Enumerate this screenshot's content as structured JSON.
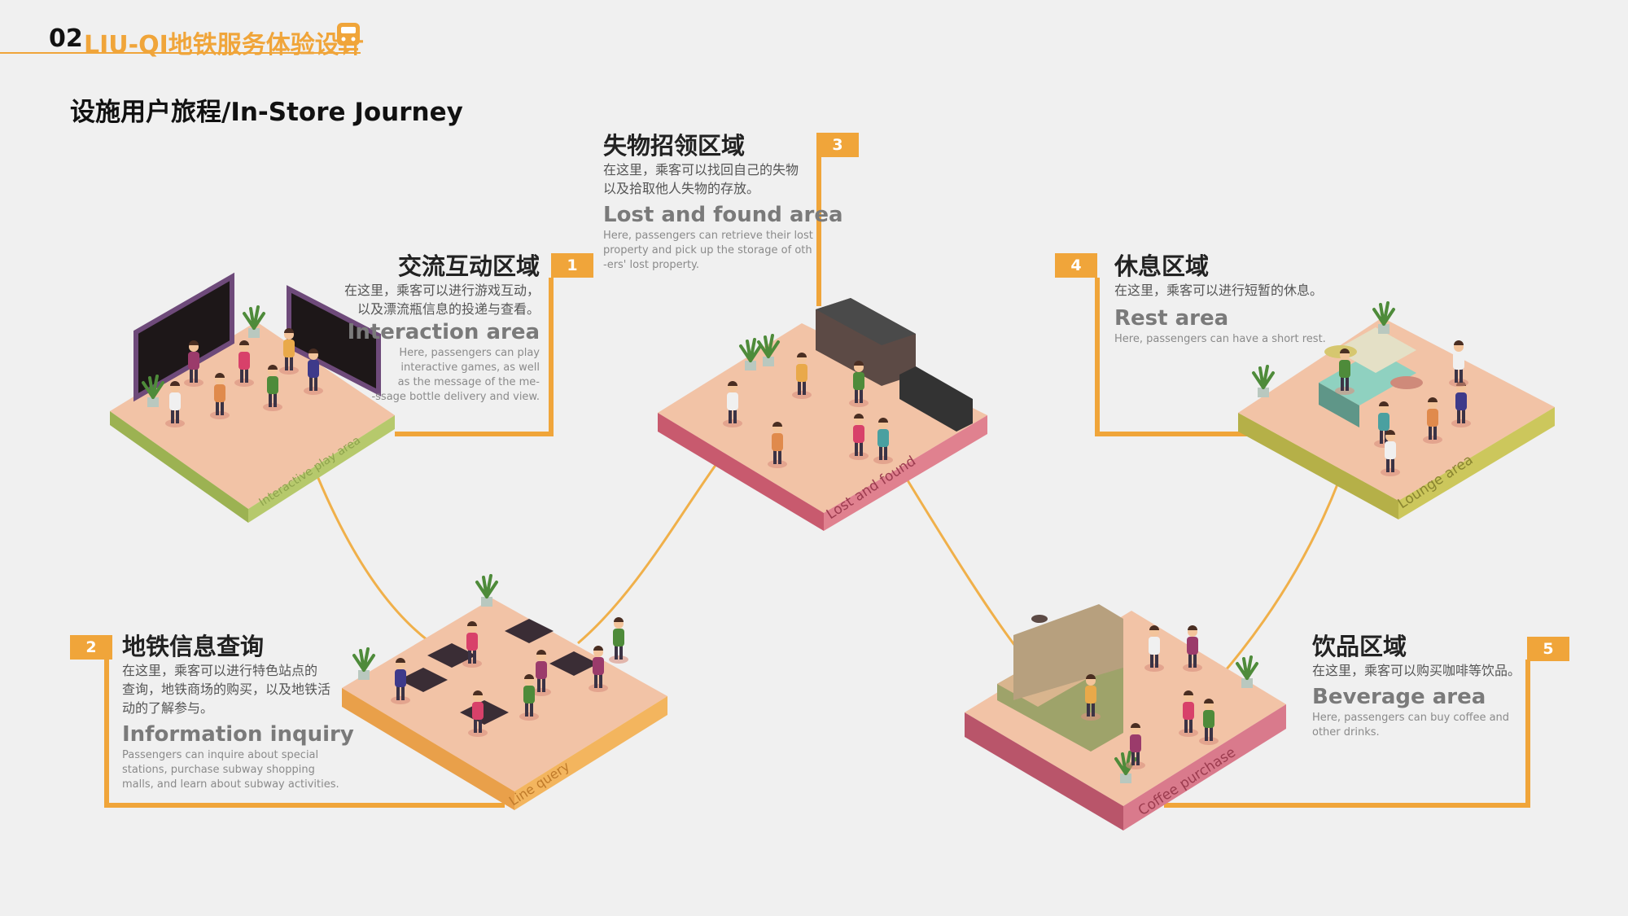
{
  "header": {
    "section_number": "02",
    "title": "LIU-QI地铁服务体验设计",
    "icon": "train-icon"
  },
  "page_title": "设施用户旅程/In-Store Journey",
  "colors": {
    "accent": "#f0a53a",
    "background": "#f0f0f0"
  },
  "zones": [
    {
      "number": "1",
      "zh_title": "交流互动区域",
      "zh_desc": [
        "在这里，乘客可以进行游戏互动，",
        "以及漂流瓶信息的投递与查看。"
      ],
      "en_title": "Interaction area",
      "en_desc": [
        "Here, passengers can play",
        "interactive games, as well",
        "as the message of the me-",
        "-ssage bottle delivery and view."
      ],
      "platform_label": "Interactive play area"
    },
    {
      "number": "2",
      "zh_title": "地铁信息查询",
      "zh_desc": [
        "在这里，乘客可以进行特色站点的",
        "查询，地铁商场的购买，以及地铁活",
        "动的了解参与。"
      ],
      "en_title": "Information inquiry",
      "en_desc": [
        "Passengers can inquire about special",
        "stations, purchase subway shopping",
        "malls, and learn about subway activities."
      ],
      "platform_label": "Line query"
    },
    {
      "number": "3",
      "zh_title": "失物招领区域",
      "zh_desc": [
        "在这里，乘客可以找回自己的失物",
        "以及拾取他人失物的存放。"
      ],
      "en_title": "Lost and found area",
      "en_desc": [
        "Here, passengers can retrieve their lost",
        "property and pick up the storage of oth",
        "-ers' lost property."
      ],
      "platform_label": "Lost and found"
    },
    {
      "number": "4",
      "zh_title": "休息区域",
      "zh_desc": [
        "在这里，乘客可以进行短暂的休息。"
      ],
      "en_title": "Rest area",
      "en_desc": [
        "Here, passengers can have a short rest."
      ],
      "platform_label": "Lounge area"
    },
    {
      "number": "5",
      "zh_title": "饮品区域",
      "zh_desc": [
        "在这里，乘客可以购买咖啡等饮品。"
      ],
      "en_title": "Beverage area",
      "en_desc": [
        "Here, passengers can buy coffee and",
        "other drinks."
      ],
      "platform_label": "Coffee purchase"
    }
  ]
}
